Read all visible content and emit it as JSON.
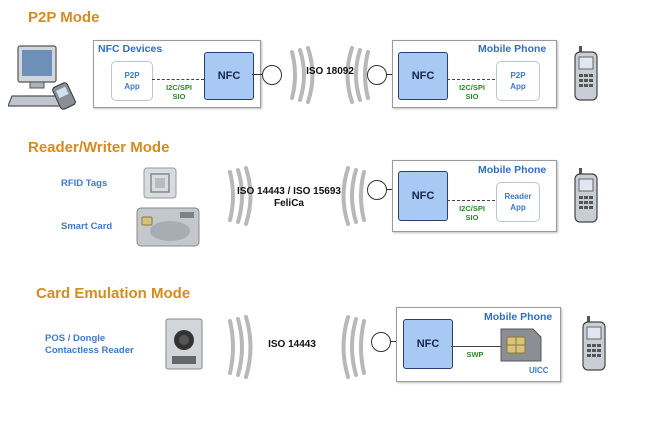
{
  "p2p": {
    "title": "P2P Mode",
    "left_frame": "NFC Devices",
    "right_frame": "Mobile Phone",
    "app_left": "P2P\nApp",
    "app_right": "P2P\nApp",
    "bus_left": "I2C/SPI\nSIO",
    "bus_right": "I2C/SPI\nSIO",
    "nfc_left": "NFC",
    "nfc_right": "NFC",
    "protocol": "ISO 18092"
  },
  "reader": {
    "title": "Reader/Writer Mode",
    "rfid_label": "RFID Tags",
    "smart_label": "Smart Card",
    "protocol": "ISO 14443 / ISO 15693\nFeliCa",
    "frame": "Mobile Phone",
    "nfc": "NFC",
    "bus": "I2C/SPI\nSIO",
    "app": "Reader\nApp"
  },
  "card": {
    "title": "Card Emulation Mode",
    "pos_label": "POS / Dongle\nContactless Reader",
    "protocol": "ISO 14443",
    "frame": "Mobile Phone",
    "nfc": "NFC",
    "bus": "SWP",
    "uicc": "UICC"
  },
  "colors": {
    "title": "#d98a1c",
    "accent": "#2f6fc8",
    "nfc_fill": "#a9c9f5",
    "bus": "#2b8a2b"
  },
  "icons": [
    "computer-icon",
    "mobile-phone-icon",
    "rfid-tag-icon",
    "smart-card-icon",
    "pos-reader-icon",
    "sim-card-icon"
  ]
}
